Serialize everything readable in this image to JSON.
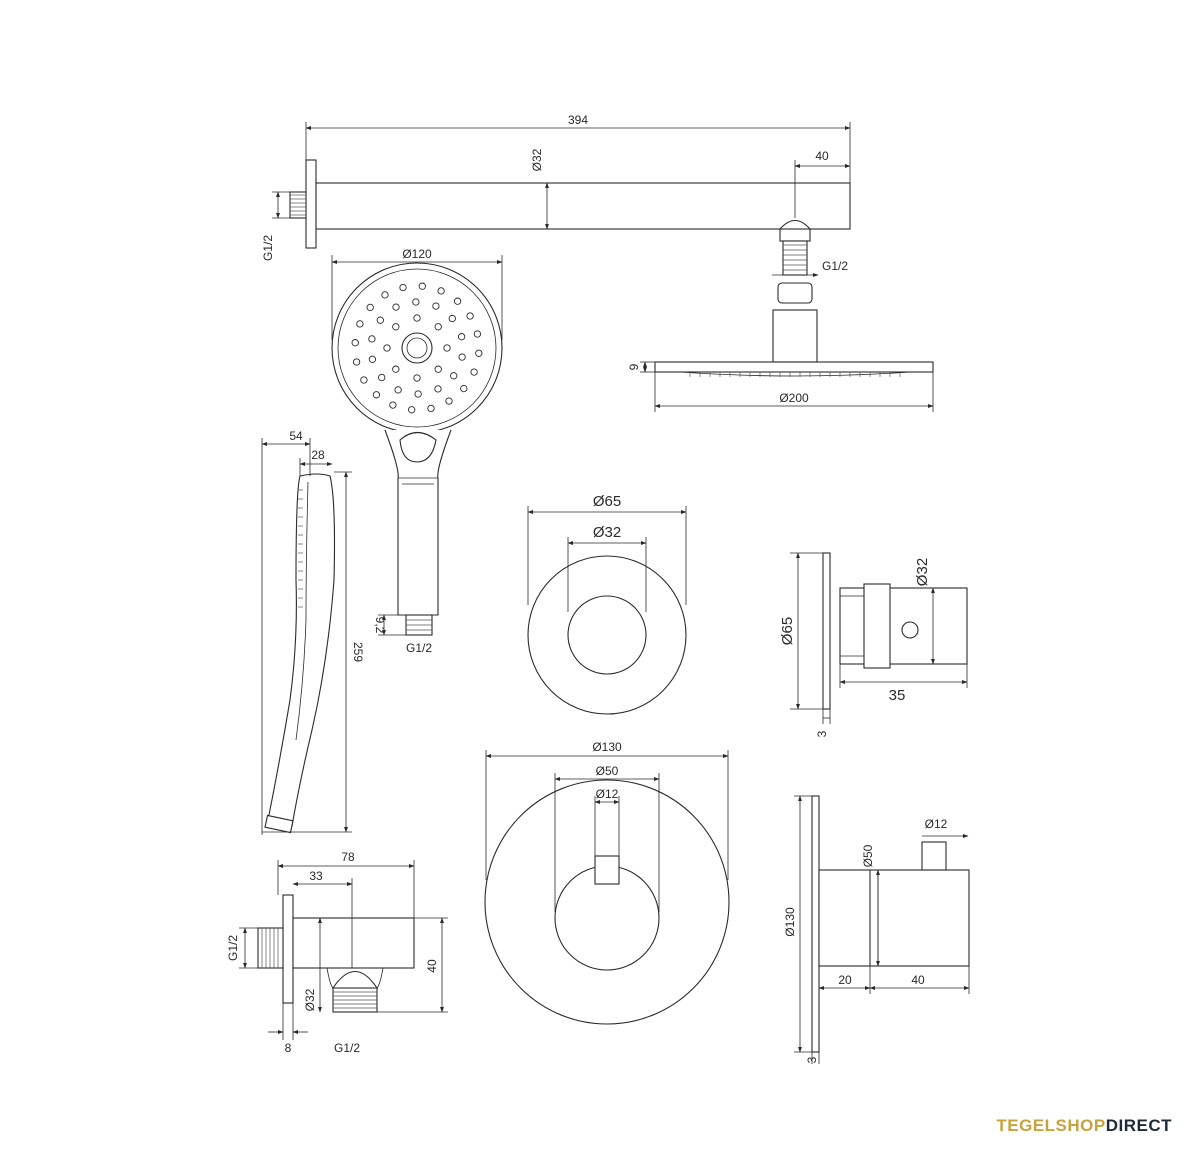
{
  "colors": {
    "line": "#2a2a2a",
    "brand_gold": "#c8a23c",
    "brand_dark": "#1e2a3a"
  },
  "dims": {
    "arm_length": "394",
    "arm_diameter": "Ø32",
    "arm_end": "40",
    "arm_wall_thread": "G1/2",
    "arm_head_thread": "G1/2",
    "hand_diameter": "Ø120",
    "head_height": "9",
    "head_diameter": "Ø200",
    "side_width": "54",
    "side_depth": "28",
    "side_length": "259",
    "hand_thread_h": "9,2",
    "hand_thread": "G1/2",
    "rose_outer": "Ø65",
    "rose_inner": "Ø32",
    "stop_diameter": "Ø65",
    "stop_body": "Ø32",
    "stop_length": "35",
    "stop_plate": "3",
    "outlet_total": "78",
    "outlet_offset": "33",
    "outlet_thread_back": "G1/2",
    "outlet_height": "40",
    "outlet_body": "Ø32",
    "outlet_plate": "8",
    "outlet_thread": "G1/2",
    "thermo_plate": "Ø130",
    "thermo_knob": "Ø50",
    "thermo_spindle": "Ø12",
    "thermo_side_plate": "Ø130",
    "thermo_side_knob": "Ø50",
    "thermo_side_spindle": "Ø12",
    "thermo_base": "20",
    "thermo_knob_len": "40",
    "thermo_plate_thick": "3"
  },
  "brand": {
    "part1": "TEGELSHOP",
    "part2": "DIRECT"
  }
}
